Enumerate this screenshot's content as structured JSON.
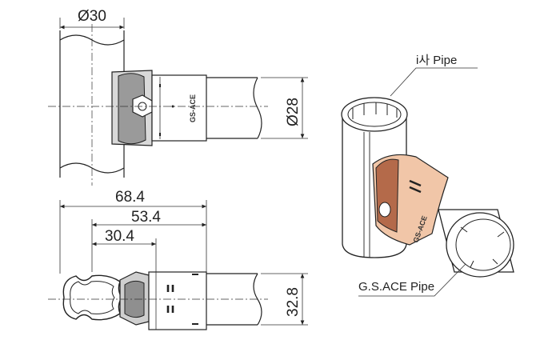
{
  "dimensions": {
    "pipe_diameter": "Ø30",
    "ace_diameter": "Ø28",
    "length_total": "68.4",
    "length_mid": "53.4",
    "length_short": "30.4",
    "height": "32.8"
  },
  "labels": {
    "branch_pipe": "i사 Pipe",
    "ace_pipe": "G.S.ACE Pipe"
  },
  "brand": {
    "marking": "GS-ACE"
  },
  "colors": {
    "joint_fill": "#f1c6a8",
    "joint_dark": "#b46a4a",
    "line": "#222222"
  }
}
